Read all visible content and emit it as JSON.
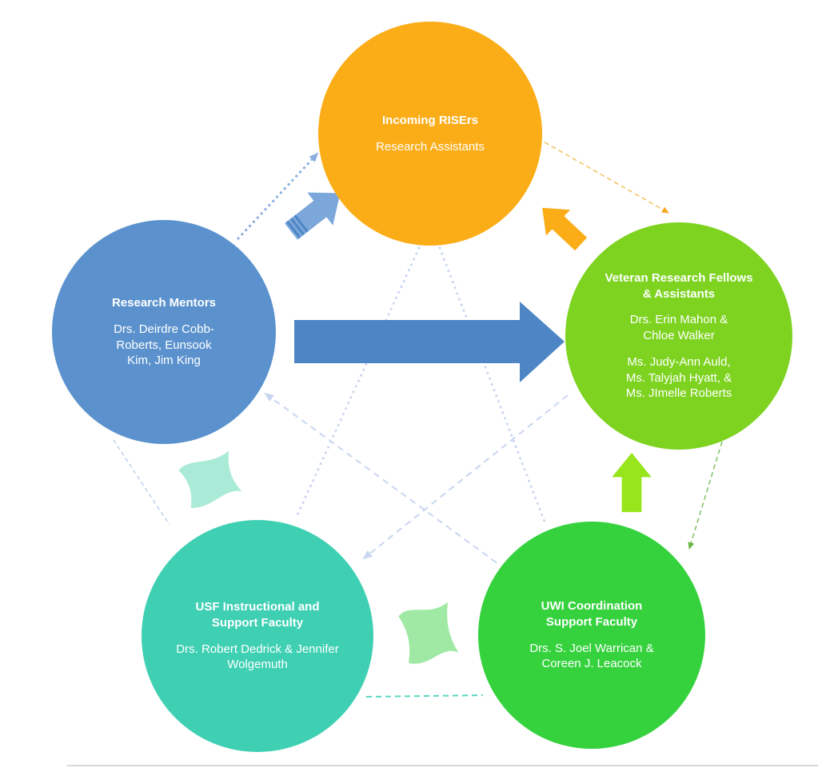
{
  "diagram": {
    "nodes": [
      {
        "id": "incoming-risers",
        "title": "Incoming RISErs",
        "paragraphs": [
          "Research Assistants"
        ],
        "color": "#FBAD18"
      },
      {
        "id": "research-mentors",
        "title": "Research Mentors",
        "paragraphs": [
          "Drs. Deirdre Cobb-Roberts, Eunsook Kim, Jim King"
        ],
        "color": "#5B92CE"
      },
      {
        "id": "veteran-research-fellows",
        "title": "Veteran Research Fellows & Assistants",
        "paragraphs": [
          "Drs. Erin Mahon & Chloe Walker",
          "Ms. Judy-Ann Auld, Ms. Talyjah Hyatt, & Ms. JImelle Roberts"
        ],
        "color": "#7ED321"
      },
      {
        "id": "usf-instructional-support-faculty",
        "title": "USF Instructional and Support Faculty",
        "paragraphs": [
          "Drs. Robert Dedrick & Jennifer Wolgemuth"
        ],
        "color": "#3FD0B3"
      },
      {
        "id": "uwi-coordination-support-faculty",
        "title": "UWI Coordination Support Faculty",
        "paragraphs": [
          "Drs. S. Joel Warrican & Coreen J. Leacock"
        ],
        "color": "#35D23E"
      }
    ],
    "colors": {
      "big_arrow": "#4E86C5",
      "blue_arrow": "#7BA7DB",
      "blue_arrow_stripes": "#4E86C5",
      "orange_arrow": "#FBAD18",
      "green_arrow": "#97E51C",
      "teal_ribbon": "#A9EBD6",
      "green_ribbon": "#9FE9A4",
      "dotted_blue": "#8AAFDF",
      "dashed_orange": "#F4C25D",
      "dashed_green": "#7FC061",
      "dashed_teal": "#58D8C2",
      "dashed_lightblue": "#BCCFEE",
      "star_line": "#C9D6F0",
      "arrowhead_orange": "#F5A623",
      "arrowhead_green": "#6AB547",
      "bottom_border": "#D8D8D8"
    }
  }
}
